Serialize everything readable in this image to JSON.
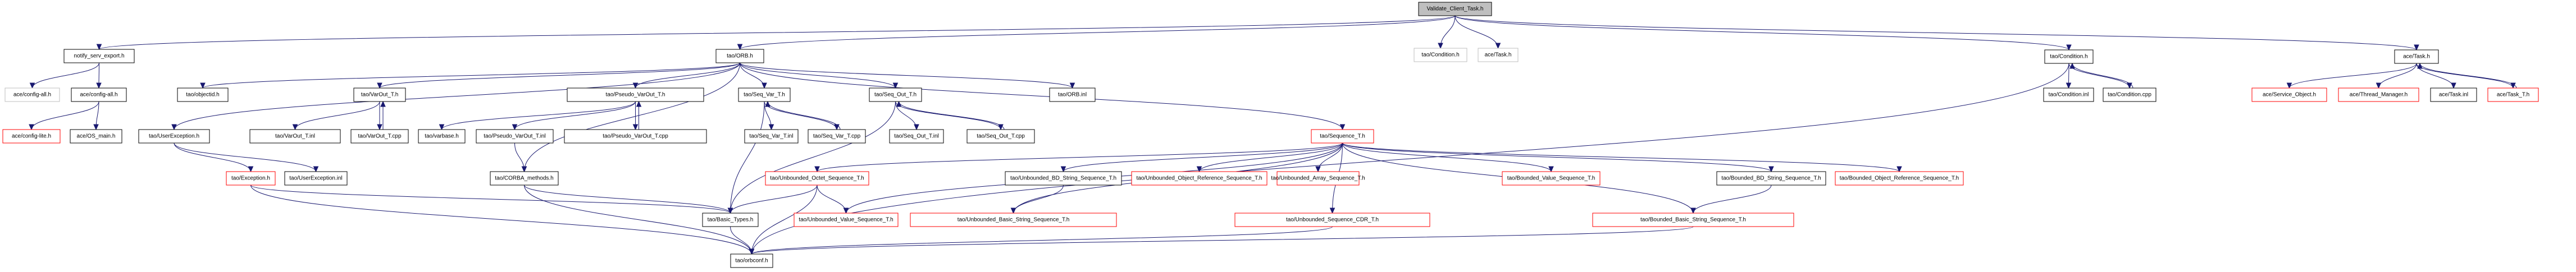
{
  "title": "Validate_Client_Task.h include dependency graph",
  "colors": {
    "edge": "#191970",
    "normal_border": "#000000",
    "truncated_border": "#ff0000",
    "external_border": "#bfbfbf",
    "root_fill": "#bfbfbf"
  },
  "nodes": [
    {
      "id": "root",
      "label": "Validate_Client_Task.h",
      "kind": "root"
    },
    {
      "id": "notify",
      "label": "notify_serv_export.h",
      "kind": "normal"
    },
    {
      "id": "orb",
      "label": "tao/ORB.h",
      "kind": "normal"
    },
    {
      "id": "cond_g",
      "label": "tao/Condition.h",
      "kind": "external"
    },
    {
      "id": "task_g",
      "label": "ace/Task.h",
      "kind": "external"
    },
    {
      "id": "cond",
      "label": "tao/Condition.h",
      "kind": "normal"
    },
    {
      "id": "task",
      "label": "ace/Task.h",
      "kind": "normal"
    },
    {
      "id": "cfgall_g",
      "label": "ace/config-all.h",
      "kind": "external"
    },
    {
      "id": "cfgall",
      "label": "ace/config-all.h",
      "kind": "normal"
    },
    {
      "id": "objectid",
      "label": "tao/objectid.h",
      "kind": "normal"
    },
    {
      "id": "varout",
      "label": "tao/VarOut_T.h",
      "kind": "normal"
    },
    {
      "id": "pseudo",
      "label": "tao/Pseudo_VarOut_T.h",
      "kind": "normal"
    },
    {
      "id": "seqvar",
      "label": "tao/Seq_Var_T.h",
      "kind": "normal"
    },
    {
      "id": "seqout",
      "label": "tao/Seq_Out_T.h",
      "kind": "normal"
    },
    {
      "id": "orbinl",
      "label": "tao/ORB.inl",
      "kind": "normal"
    },
    {
      "id": "condinl",
      "label": "tao/Condition.inl",
      "kind": "normal"
    },
    {
      "id": "condcpp",
      "label": "tao/Condition.cpp",
      "kind": "normal"
    },
    {
      "id": "svcobj",
      "label": "ace/Service_Object.h",
      "kind": "truncated"
    },
    {
      "id": "thrmgr",
      "label": "ace/Thread_Manager.h",
      "kind": "truncated"
    },
    {
      "id": "taskinl",
      "label": "ace/Task.inl",
      "kind": "normal"
    },
    {
      "id": "taskt",
      "label": "ace/Task_T.h",
      "kind": "truncated"
    },
    {
      "id": "cfglite",
      "label": "ace/config-lite.h",
      "kind": "truncated"
    },
    {
      "id": "osmain",
      "label": "ace/OS_main.h",
      "kind": "normal"
    },
    {
      "id": "userexc",
      "label": "tao/UserException.h",
      "kind": "normal"
    },
    {
      "id": "varoutinl",
      "label": "tao/VarOut_T.inl",
      "kind": "normal"
    },
    {
      "id": "varoutcpp",
      "label": "tao/VarOut_T.cpp",
      "kind": "normal"
    },
    {
      "id": "varbase",
      "label": "tao/varbase.h",
      "kind": "normal"
    },
    {
      "id": "pseudoinl",
      "label": "tao/Pseudo_VarOut_T.inl",
      "kind": "normal"
    },
    {
      "id": "pseudocpp",
      "label": "tao/Pseudo_VarOut_T.cpp",
      "kind": "normal"
    },
    {
      "id": "seqvarinl",
      "label": "tao/Seq_Var_T.inl",
      "kind": "normal"
    },
    {
      "id": "seqvarcpp",
      "label": "tao/Seq_Var_T.cpp",
      "kind": "normal"
    },
    {
      "id": "seqoutinl",
      "label": "tao/Seq_Out_T.inl",
      "kind": "normal"
    },
    {
      "id": "seqoutcpp",
      "label": "tao/Seq_Out_T.cpp",
      "kind": "normal"
    },
    {
      "id": "seqt",
      "label": "tao/Sequence_T.h",
      "kind": "truncated"
    },
    {
      "id": "exc",
      "label": "tao/Exception.h",
      "kind": "truncated"
    },
    {
      "id": "userexcinl",
      "label": "tao/UserException.inl",
      "kind": "normal"
    },
    {
      "id": "corba",
      "label": "tao/CORBA_methods.h",
      "kind": "normal"
    },
    {
      "id": "uoctet",
      "label": "tao/Unbounded_Octet_Sequence_T.h",
      "kind": "truncated"
    },
    {
      "id": "ubdstr",
      "label": "tao/Unbounded_BD_String_Sequence_T.h",
      "kind": "normal"
    },
    {
      "id": "uobjref",
      "label": "tao/Unbounded_Object_Reference_Sequence_T.h",
      "kind": "truncated"
    },
    {
      "id": "uarray",
      "label": "tao/Unbounded_Array_Sequence_T.h",
      "kind": "truncated"
    },
    {
      "id": "bvalue",
      "label": "tao/Bounded_Value_Sequence_T.h",
      "kind": "truncated"
    },
    {
      "id": "bbdstr",
      "label": "tao/Bounded_BD_String_Sequence_T.h",
      "kind": "normal"
    },
    {
      "id": "bobjref",
      "label": "tao/Bounded_Object_Reference_Sequence_T.h",
      "kind": "truncated"
    },
    {
      "id": "basic",
      "label": "tao/Basic_Types.h",
      "kind": "normal"
    },
    {
      "id": "uvalue",
      "label": "tao/Unbounded_Value_Sequence_T.h",
      "kind": "truncated"
    },
    {
      "id": "ubasicstr",
      "label": "tao/Unbounded_Basic_String_Sequence_T.h",
      "kind": "truncated"
    },
    {
      "id": "ucdr",
      "label": "tao/Unbounded_Sequence_CDR_T.h",
      "kind": "truncated"
    },
    {
      "id": "bbasicstr",
      "label": "tao/Bounded_Basic_String_Sequence_T.h",
      "kind": "truncated"
    },
    {
      "id": "orbconf",
      "label": "tao/orbconf.h",
      "kind": "normal"
    }
  ],
  "edges": [
    [
      "root",
      "notify"
    ],
    [
      "root",
      "orb"
    ],
    [
      "root",
      "cond_g"
    ],
    [
      "root",
      "task_g"
    ],
    [
      "root",
      "cond"
    ],
    [
      "root",
      "task"
    ],
    [
      "notify",
      "cfgall_g"
    ],
    [
      "notify",
      "cfgall"
    ],
    [
      "cfgall",
      "cfglite"
    ],
    [
      "cfgall",
      "osmain"
    ],
    [
      "orb",
      "objectid"
    ],
    [
      "orb",
      "userexc"
    ],
    [
      "orb",
      "varout"
    ],
    [
      "orb",
      "pseudo"
    ],
    [
      "orb",
      "seqvar"
    ],
    [
      "orb",
      "seqout"
    ],
    [
      "orb",
      "orbinl"
    ],
    [
      "orb",
      "seqt"
    ],
    [
      "orb",
      "corba"
    ],
    [
      "varout",
      "varoutinl"
    ],
    [
      "varout",
      "varoutcpp"
    ],
    [
      "varoutcpp",
      "varout"
    ],
    [
      "pseudo",
      "varbase"
    ],
    [
      "pseudo",
      "pseudoinl"
    ],
    [
      "pseudo",
      "pseudocpp"
    ],
    [
      "pseudocpp",
      "pseudo"
    ],
    [
      "pseudoinl",
      "corba"
    ],
    [
      "seqvar",
      "seqvarinl"
    ],
    [
      "seqvar",
      "seqvarcpp"
    ],
    [
      "seqvarcpp",
      "seqvar"
    ],
    [
      "seqvar",
      "basic"
    ],
    [
      "seqout",
      "seqoutinl"
    ],
    [
      "seqout",
      "seqoutcpp"
    ],
    [
      "seqoutcpp",
      "seqout"
    ],
    [
      "seqout",
      "basic"
    ],
    [
      "userexc",
      "exc"
    ],
    [
      "userexc",
      "userexcinl"
    ],
    [
      "exc",
      "basic"
    ],
    [
      "exc",
      "orbconf"
    ],
    [
      "corba",
      "basic"
    ],
    [
      "corba",
      "orbconf"
    ],
    [
      "seqt",
      "uoctet"
    ],
    [
      "seqt",
      "ubdstr"
    ],
    [
      "seqt",
      "uobjref"
    ],
    [
      "seqt",
      "uarray"
    ],
    [
      "seqt",
      "bvalue"
    ],
    [
      "seqt",
      "bbdstr"
    ],
    [
      "seqt",
      "bobjref"
    ],
    [
      "seqt",
      "uvalue"
    ],
    [
      "seqt",
      "ubasicstr"
    ],
    [
      "seqt",
      "ucdr"
    ],
    [
      "seqt",
      "bbasicstr"
    ],
    [
      "uoctet",
      "basic"
    ],
    [
      "uoctet",
      "uvalue"
    ],
    [
      "uoctet",
      "orbconf"
    ],
    [
      "ubdstr",
      "ubasicstr"
    ],
    [
      "bbdstr",
      "bbasicstr"
    ],
    [
      "basic",
      "orbconf"
    ],
    [
      "ucdr",
      "orbconf"
    ],
    [
      "bbasicstr",
      "orbconf"
    ],
    [
      "cond",
      "condinl"
    ],
    [
      "cond",
      "condcpp"
    ],
    [
      "condcpp",
      "cond"
    ],
    [
      "cond",
      "orbconf"
    ],
    [
      "task",
      "svcobj"
    ],
    [
      "task",
      "thrmgr"
    ],
    [
      "task",
      "taskinl"
    ],
    [
      "task",
      "taskt"
    ],
    [
      "taskt",
      "task"
    ]
  ]
}
